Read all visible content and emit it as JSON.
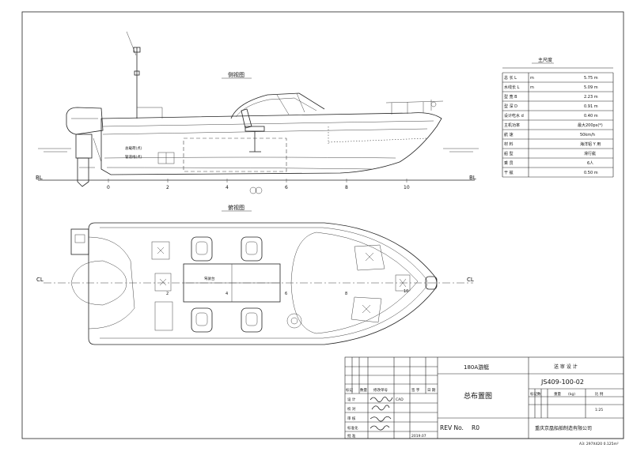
{
  "side_view": {
    "title": "侧视图",
    "baseline_left": "BL",
    "baseline_right": "BL",
    "stations": [
      "0",
      "2",
      "4",
      "6",
      "8",
      "10"
    ],
    "callout_1": "总载荷(点)",
    "callout_2": "管道线(点)"
  },
  "plan_view": {
    "title": "俯视图",
    "centerline_left": "CL",
    "centerline_right": "CL",
    "stations": [
      "2",
      "4",
      "6",
      "8",
      "10"
    ],
    "console_label": "驾驶台"
  },
  "particulars": {
    "title": "主尺度",
    "rows": [
      {
        "label": "总 长 L",
        "unit": "m",
        "value": "5.75 m"
      },
      {
        "label": "水线长 L",
        "unit": "m",
        "value": "5.09 m"
      },
      {
        "label": "型 宽 B",
        "unit": "",
        "value": "2.23 m"
      },
      {
        "label": "型 深 D",
        "unit": "",
        "value": "0.91 m"
      },
      {
        "label": "设计吃水 d",
        "unit": "",
        "value": "0.40 m"
      },
      {
        "label": "主机功率",
        "unit": "",
        "value": "最大200ps(*)"
      },
      {
        "label": "航 速",
        "unit": "",
        "value": "50km/h"
      },
      {
        "label": "材 料",
        "unit": "",
        "value": "海洋铝 Y 用"
      },
      {
        "label": "船 型",
        "unit": "",
        "value": "滑行艇"
      },
      {
        "label": "乘 员",
        "unit": "",
        "value": "6人"
      },
      {
        "label": "干 舷",
        "unit": "",
        "value": "0.50 m"
      }
    ]
  },
  "title_block": {
    "project": "180A游艇",
    "stage": "送 审 设 计",
    "drawing_title": "总布置图",
    "drawing_number": "JS409-100-02",
    "rev_label": "REV No.",
    "rev_value": "R0",
    "company": "重庆京凰船舶制造有限公司",
    "cad": "CAD",
    "date": "2019.07",
    "scale": "1:25",
    "weight_label": "重量",
    "weight_unit": "(kg)",
    "ratio_label": "比 例",
    "mark_label": "标记数",
    "roles": [
      "设 计",
      "校 对",
      "审 核",
      "标准化",
      "批 准"
    ],
    "header_cols": [
      "标记",
      "数量",
      "修改单号",
      "签 字",
      "日 期"
    ]
  },
  "footer": {
    "paper_size": "A3: 297X420 0.125m²"
  }
}
